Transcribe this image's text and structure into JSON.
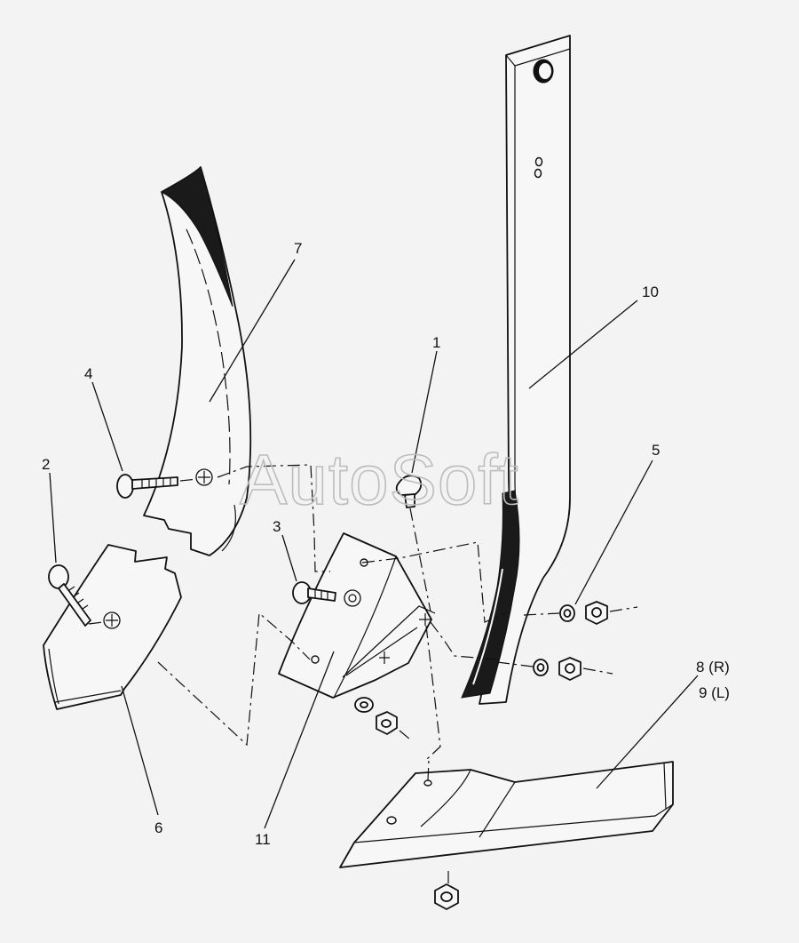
{
  "watermark": "AutoSoft",
  "callouts": {
    "c1": "1",
    "c2": "2",
    "c3": "3",
    "c4": "4",
    "c5": "5",
    "c6": "6",
    "c7": "7",
    "c8": "8 (R)",
    "c9": "9 (L)",
    "c10": "10",
    "c11": "11"
  }
}
